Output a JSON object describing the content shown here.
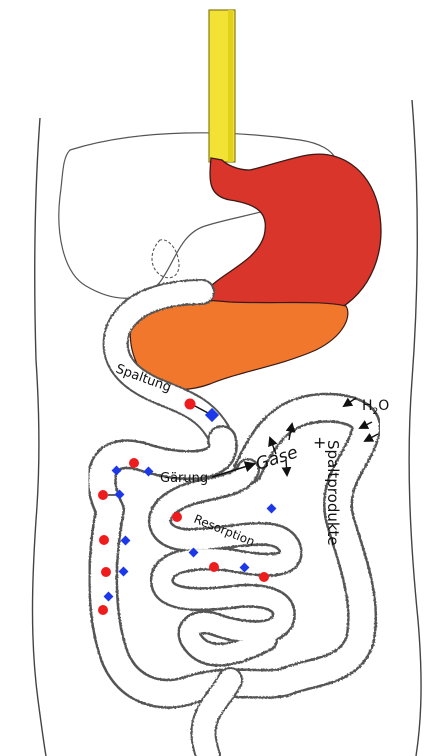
{
  "labels": {
    "spaltung": "Spaltung",
    "gaerung": "Gärung",
    "gase": "Gase",
    "plus": "+",
    "spaltprodukte": "Spaltprodukte",
    "resorption": "Resorption",
    "h2o_main": "H",
    "h2o_sub": "2",
    "h2o_tail": "O"
  },
  "colors": {
    "esophagus": "#f1e234",
    "esophagus_dark": "#e2d11c",
    "stomach": "#d9352b",
    "pancreas": "#f0772b",
    "intestine_outline": "#555555",
    "dot": "#ee1c1c",
    "diamond": "#1c38e8",
    "outline": "#333333"
  },
  "icons": [
    "red-dot",
    "blue-diamond",
    "arrow"
  ]
}
